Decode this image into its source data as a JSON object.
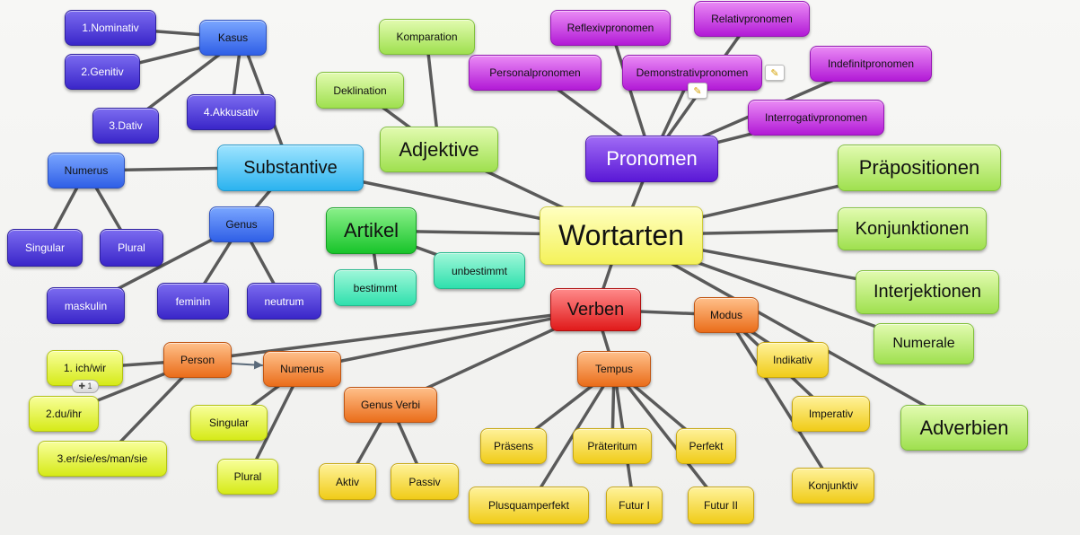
{
  "center": {
    "label": "Wortarten"
  },
  "nodes": {
    "substantive": "Substantive",
    "kasus": "Kasus",
    "nominativ": "1.Nominativ",
    "genitiv": "2.Genitiv",
    "dativ": "3.Dativ",
    "akkusativ": "4.Akkusativ",
    "numerus_s": "Numerus",
    "singular_s": "Singular",
    "plural_s": "Plural",
    "genus": "Genus",
    "maskulin": "maskulin",
    "feminin": "feminin",
    "neutrum": "neutrum",
    "adjektive": "Adjektive",
    "komparation": "Komparation",
    "deklination": "Deklination",
    "artikel": "Artikel",
    "bestimmt": "bestimmt",
    "unbestimmt": "unbestimmt",
    "pronomen": "Pronomen",
    "reflexivpronomen": "Reflexivpronomen",
    "relativpronomen": "Relativpronomen",
    "personalpronomen": "Personalpronomen",
    "demonstrativpronomen": "Demonstrativpronomen",
    "indefinitpronomen": "Indefinitpronomen",
    "interrogativpronomen": "Interrogativpronomen",
    "praepositionen": "Präpositionen",
    "konjunktionen": "Konjunktionen",
    "interjektionen": "Interjektionen",
    "numerale": "Numerale",
    "adverbien": "Adverbien",
    "verben": "Verben",
    "person": "Person",
    "ich_wir": "1. ich/wir",
    "du_ihr": "2.du/ihr",
    "er_sie": "3.er/sie/es/man/sie",
    "numerus_v": "Numerus",
    "singular_v": "Singular",
    "plural_v": "Plural",
    "genus_verbi": "Genus Verbi",
    "aktiv": "Aktiv",
    "passiv": "Passiv",
    "tempus": "Tempus",
    "praesens": "Präsens",
    "praeteritum": "Präteritum",
    "perfekt": "Perfekt",
    "plusquamperfekt": "Plusquamperfekt",
    "futur1": "Futur I",
    "futur2": "Futur II",
    "modus": "Modus",
    "indikativ": "Indikativ",
    "imperativ": "Imperativ",
    "konjunktiv": "Konjunktiv"
  },
  "badge": "✚ 1",
  "icons": {
    "note": "note-icon"
  }
}
